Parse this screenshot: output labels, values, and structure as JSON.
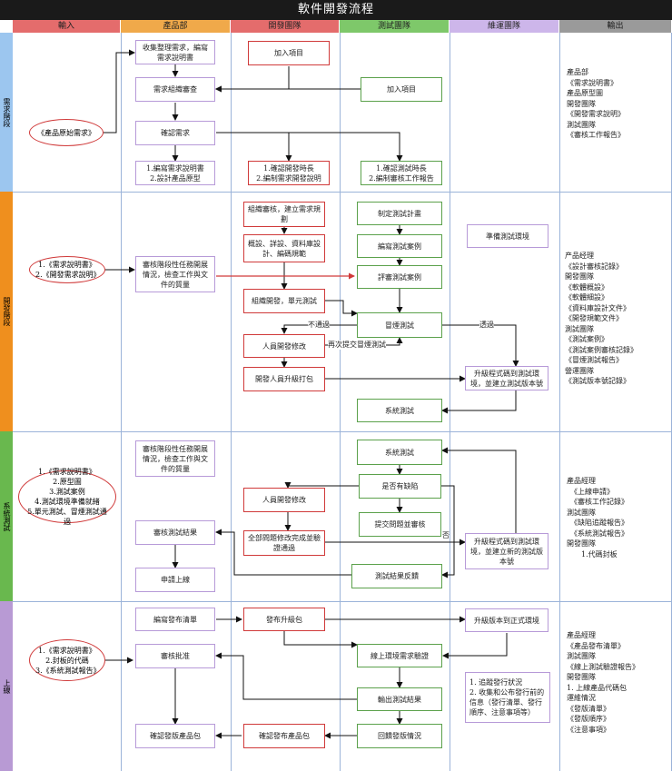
{
  "title": "軟件開發流程",
  "columns": [
    {
      "label": "輸入",
      "color": "#e46c6c"
    },
    {
      "label": "產品部",
      "color": "#f0a94a"
    },
    {
      "label": "開發團隊",
      "color": "#e46c6c"
    },
    {
      "label": "測試團隊",
      "color": "#7ec86a"
    },
    {
      "label": "維運團隊",
      "color": "#cdb6ea"
    },
    {
      "label": "輸出",
      "color": "#9a9a9a"
    }
  ],
  "phases": [
    {
      "label": "需求階段",
      "color": "#9cc6ef"
    },
    {
      "label": "開發階段",
      "color": "#ef8f1e"
    },
    {
      "label": "系統測試",
      "color": "#69b84e"
    },
    {
      "label": "上線",
      "color": "#b89ad4"
    }
  ],
  "inputs": {
    "p1": "《產品原始需求》",
    "p2": "1.《需求說明書》\n2.《開發需求說明》",
    "p3": "1.《需求說明書》\n2.原型圖\n3.測試案例\n4.測試環境準備就緒\n5.單元測試、冒煙測試通過",
    "p4": "1.《需求說明書》\n2.封板的代碼\n3.《系統測試報告》"
  },
  "nodes": {
    "collect": "收集整理需求，編寫需求說明書",
    "review": "需求組織審查",
    "confirm": "確認需求",
    "prod_out1": "1.編寫需求說明書\n2.設計產品原型",
    "dev_join": "加入項目",
    "dev_out1": "1.確認開發時長\n2.編制需求開發說明",
    "test_join": "加入項目",
    "test_out1": "1.確認測試時長\n2.編制審核工作報告",
    "dev_review": "組織審核，建立需求規劃",
    "dev_design": "概設、詳設、資料庫設計、編碼規範",
    "prod_check2": "審核階段性任務開展情況，檢查工作與文件的質量",
    "dev_code": "組織開發，單元測試",
    "test_plan": "制定測試計畫",
    "test_case": "編寫測試案例",
    "test_review": "評審測試案例",
    "smoke": "冒煙測試",
    "dev_fix1": "人員開發修改",
    "dev_pack": "開發人員升級打包",
    "ops_env": "準備測試環境",
    "ops_upgrade1": "升級程式碼到測試環境，並建立測試版本號",
    "sys_test2": "系統測試",
    "prod_check3": "審核階段性任務開展情況，檢查工作與文件的質量",
    "sys_test3": "系統測試",
    "has_bug": "是否有缺陷",
    "submit_bug": "提交問題並審核",
    "dev_fix2": "人員開發修改",
    "all_fixed": "全部問題修改完成並驗證通過",
    "ops_upgrade2": "升級程式碼到測試環境，並建立新的測試版本號",
    "audit_result": "審核測試結果",
    "apply_online": "申請上線",
    "feedback": "測試結果反饋",
    "write_list": "編寫發布清單",
    "release_pkg": "發布升級包",
    "ops_prod": "升級版本到正式環境",
    "approve": "審核批准",
    "online_verify": "線上環境需求驗證",
    "output_result": "輸出測試結果",
    "ops_track": "1. 追蹤發行狀況\n2. 收集和公布發行前的信息（發行清單、發行順序、注意事項等）",
    "confirm_pkg": "確認發版產品包",
    "confirm_release": "確認發布產品包",
    "fb_release": "回饋發版情況"
  },
  "edge_labels": {
    "fail": "不通過",
    "retest": "再次提交冒煙測試",
    "pass": "透過",
    "no": "否"
  },
  "outputs": {
    "p1": "產品部\n《需求說明書》\n產品原型圖\n開發團隊\n《開發需求說明》\n測試團隊\n《審核工作報告》",
    "p2": "产品经理\n《設計審核記錄》\n開發團隊\n《軟體概設》\n《軟體細設》\n《資料庫設計文件》\n《開發規範文件》\n測試團隊\n《測試案例》\n《測試案例審核記錄》\n《冒煙測試報告》\n營運團隊\n《測試版本號記錄》",
    "p3": "產品經理\n　《上線申請》\n　《審核工作記錄》\n測試團隊\n　《缺陷追蹤報告》\n　《系統測試報告》\n開發團隊\n　　1.代碼封板",
    "p4": "產品經理\n《產品發布清單》\n測試團隊\n《線上測試驗證報告》\n開發團隊\n1. 上線產品代碼包\n運維情況\n《發版清單》\n《發版順序》\n《注意事項》"
  }
}
